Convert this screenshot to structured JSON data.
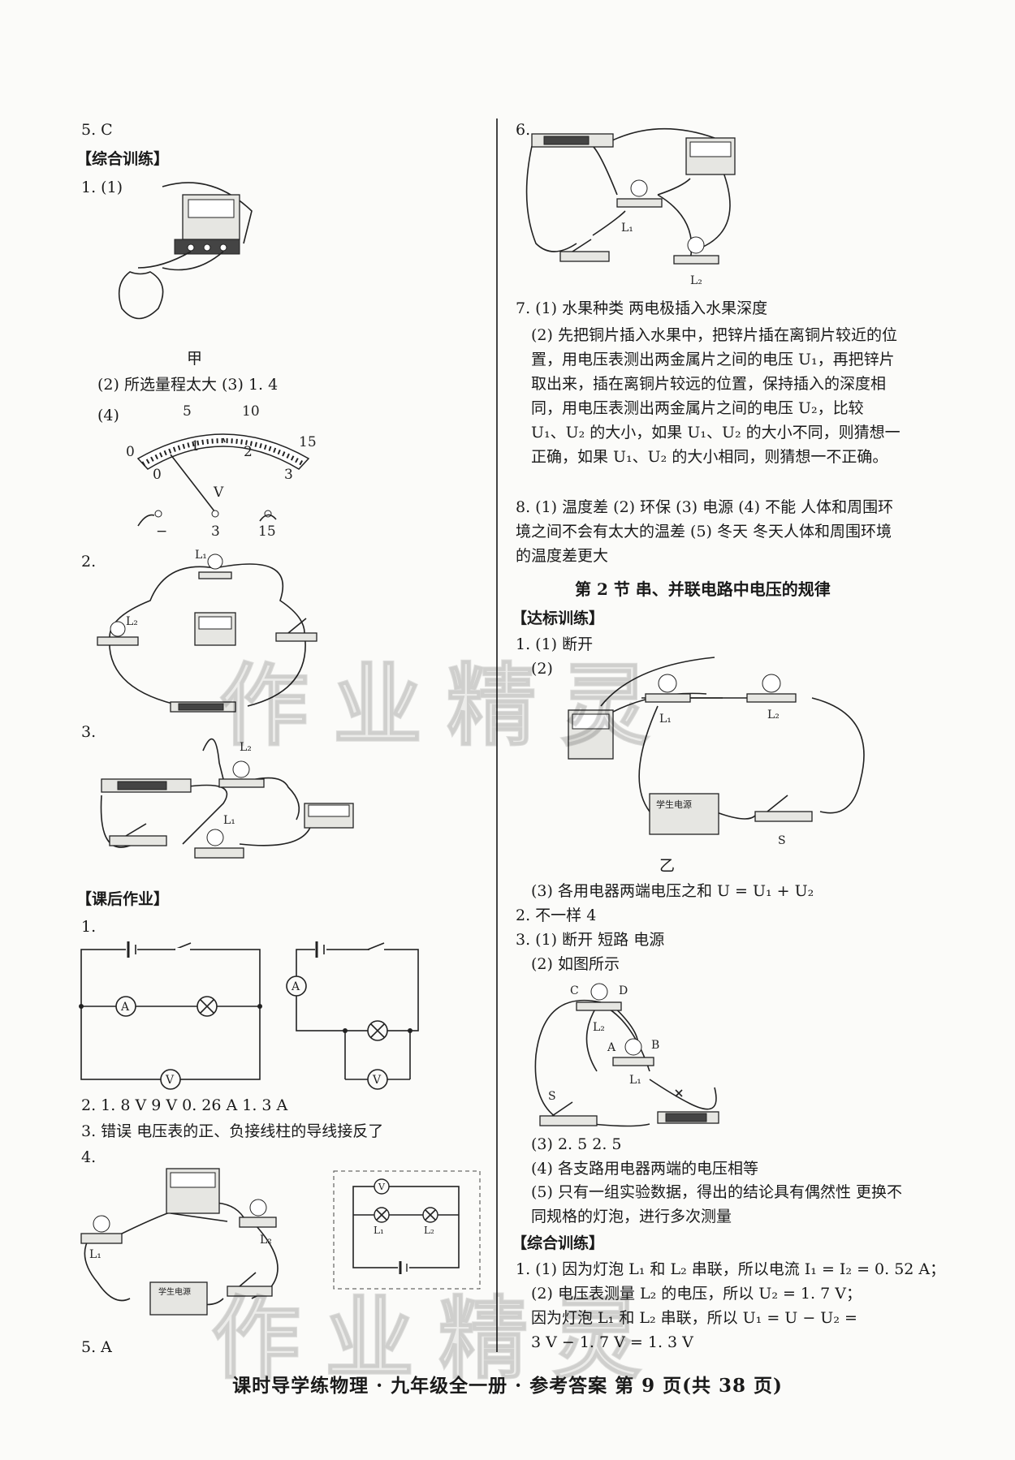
{
  "left": {
    "q5": "5. C",
    "section_zonghe": "【综合训练】",
    "q1_1": "1. (1)",
    "fig_jia": "甲",
    "q1_2": "(2) 所选量程太大   (3) 1. 4",
    "q1_4": "(4)",
    "meter_scale": {
      "top": [
        "0",
        "5",
        "10",
        "15"
      ],
      "bottom": [
        "0",
        "1",
        "2",
        "3"
      ],
      "unit": "V",
      "terminals": [
        "−",
        "3",
        "15"
      ]
    },
    "q2": "2.",
    "q3": "3.",
    "section_kehou": "【课后作业】",
    "kq1": "1.",
    "circuit_symbols": {
      "ammeter": "A",
      "voltmeter": "V"
    },
    "kq2": "2. 1. 8 V   9 V   0. 26 A   1. 3 A",
    "kq3": "3. 错误   电压表的正、负接线柱的导线接反了",
    "kq4": "4.",
    "kq5": "5. A",
    "power_supply_label": "学生电源"
  },
  "right": {
    "q6": "6.",
    "q7_1": "7. (1) 水果种类   两电极插入水果深度",
    "q7_2": "(2) 先把铜片插入水果中，把锌片插在离铜片较近的位置，用电压表测出两金属片之间的电压 U₁，再把锌片取出来，插在离铜片较远的位置，保持插入的深度相同，用电压表测出两金属片之间的电压 U₂，比较 U₁、U₂ 的大小，如果 U₁、U₂ 的大小不同，则猜想一正确，如果 U₁、U₂ 的大小相同，则猜想一不正确。",
    "q8": "8. (1) 温度差   (2) 环保   (3) 电源   (4) 不能   人体和周围环境之间不会有太大的温差   (5) 冬天 冬天人体和周围环境的温度差更大",
    "section_title": "第 2 节   串、并联电路中电压的规律",
    "section_dabiao": "【达标训练】",
    "d1_1": "1. (1) 断开",
    "d1_2": "(2)",
    "fig_yi": "乙",
    "d1_3": "(3) 各用电器两端电压之和   U = U₁ + U₂",
    "d2": "2. 不一样   4",
    "d3_1": "3. (1) 断开   短路   电源",
    "d3_2": "(2) 如图所示",
    "d3_3": "(3) 2. 5   2. 5",
    "d3_4": "(4) 各支路用电器两端的电压相等",
    "d3_5": "(5) 只有一组实验数据，得出的结论具有偶然性 更换不同规格的灯泡，进行多次测量",
    "section_zonghe2": "【综合训练】",
    "z1_1": "1. (1) 因为灯泡 L₁ 和 L₂ 串联，所以电流 I₁ = I₂ = 0. 52 A；",
    "z1_2": "(2) 电压表测量 L₂ 的电压，所以 U₂ = 1. 7 V；",
    "z1_3": "因为灯泡 L₁ 和 L₂ 串联，所以 U₁ = U − U₂ =",
    "z1_4": "3 V − 1. 7 V = 1. 3 V",
    "labels": {
      "L1": "L₁",
      "L2": "L₂",
      "S": "S",
      "A": "A",
      "B": "B",
      "C": "C",
      "D": "D"
    }
  },
  "footer": "课时导学练物理 · 九年级全一册 · 参考答案   第 9 页(共 38 页)",
  "watermark": "作业精灵"
}
